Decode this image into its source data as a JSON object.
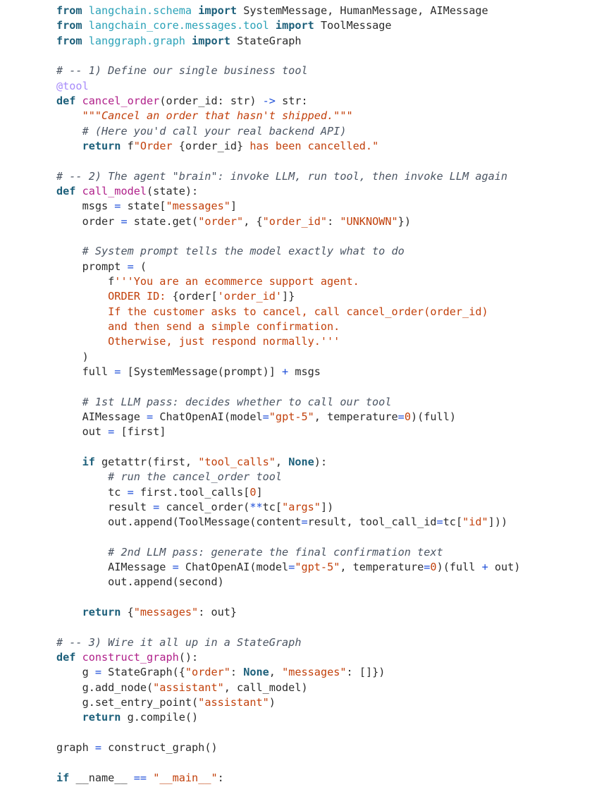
{
  "code": {
    "lines": [
      [
        [
          "kw",
          "from"
        ],
        [
          "plain",
          " "
        ],
        [
          "mod",
          "langchain.schema"
        ],
        [
          "plain",
          " "
        ],
        [
          "kw",
          "import"
        ],
        [
          "plain",
          " SystemMessage, HumanMessage, AIMessage"
        ]
      ],
      [
        [
          "kw",
          "from"
        ],
        [
          "plain",
          " "
        ],
        [
          "mod",
          "langchain_core.messages.tool"
        ],
        [
          "plain",
          " "
        ],
        [
          "kw",
          "import"
        ],
        [
          "plain",
          " ToolMessage"
        ]
      ],
      [
        [
          "kw",
          "from"
        ],
        [
          "plain",
          " "
        ],
        [
          "mod",
          "langgraph.graph"
        ],
        [
          "plain",
          " "
        ],
        [
          "kw",
          "import"
        ],
        [
          "plain",
          " StateGraph"
        ]
      ],
      [],
      [
        [
          "cmt",
          "# -- 1) Define our single business tool"
        ]
      ],
      [
        [
          "dec",
          "@tool"
        ]
      ],
      [
        [
          "kw",
          "def"
        ],
        [
          "plain",
          " "
        ],
        [
          "fn",
          "cancel_order"
        ],
        [
          "plain",
          "(order_id: str) "
        ],
        [
          "op",
          "->"
        ],
        [
          "plain",
          " str:"
        ]
      ],
      [
        [
          "plain",
          "    "
        ],
        [
          "str-i",
          "\"\"\"Cancel an order that hasn't shipped.\"\"\""
        ]
      ],
      [
        [
          "plain",
          "    "
        ],
        [
          "cmt",
          "# (Here you'd call your real backend API)"
        ]
      ],
      [
        [
          "plain",
          "    "
        ],
        [
          "kw",
          "return"
        ],
        [
          "plain",
          " f"
        ],
        [
          "str",
          "\"Order "
        ],
        [
          "plain",
          "{order_id}"
        ],
        [
          "str",
          " has been cancelled.\""
        ]
      ],
      [],
      [
        [
          "cmt",
          "# -- 2) The agent \"brain\": invoke LLM, run tool, then invoke LLM again"
        ]
      ],
      [
        [
          "kw",
          "def"
        ],
        [
          "plain",
          " "
        ],
        [
          "fn",
          "call_model"
        ],
        [
          "plain",
          "(state):"
        ]
      ],
      [
        [
          "plain",
          "    msgs "
        ],
        [
          "op",
          "="
        ],
        [
          "plain",
          " state["
        ],
        [
          "str",
          "\"messages\""
        ],
        [
          "plain",
          "]"
        ]
      ],
      [
        [
          "plain",
          "    order "
        ],
        [
          "op",
          "="
        ],
        [
          "plain",
          " state.get("
        ],
        [
          "str",
          "\"order\""
        ],
        [
          "plain",
          ", {"
        ],
        [
          "str",
          "\"order_id\""
        ],
        [
          "plain",
          ": "
        ],
        [
          "str",
          "\"UNKNOWN\""
        ],
        [
          "plain",
          "})"
        ]
      ],
      [],
      [
        [
          "plain",
          "    "
        ],
        [
          "cmt",
          "# System prompt tells the model exactly what to do"
        ]
      ],
      [
        [
          "plain",
          "    prompt "
        ],
        [
          "op",
          "="
        ],
        [
          "plain",
          " ("
        ]
      ],
      [
        [
          "plain",
          "        f"
        ],
        [
          "str",
          "'''You are an ecommerce support agent."
        ]
      ],
      [
        [
          "plain",
          "        "
        ],
        [
          "str",
          "ORDER ID: "
        ],
        [
          "plain",
          "{order["
        ],
        [
          "str",
          "'order_id'"
        ],
        [
          "plain",
          "]}"
        ]
      ],
      [
        [
          "plain",
          "        "
        ],
        [
          "str",
          "If the customer asks to cancel, call cancel_order(order_id)"
        ]
      ],
      [
        [
          "plain",
          "        "
        ],
        [
          "str",
          "and then send a simple confirmation."
        ]
      ],
      [
        [
          "plain",
          "        "
        ],
        [
          "str",
          "Otherwise, just respond normally.'''"
        ]
      ],
      [
        [
          "plain",
          "    )"
        ]
      ],
      [
        [
          "plain",
          "    full "
        ],
        [
          "op",
          "="
        ],
        [
          "plain",
          " [SystemMessage(prompt)] "
        ],
        [
          "op",
          "+"
        ],
        [
          "plain",
          " msgs"
        ]
      ],
      [],
      [
        [
          "plain",
          "    "
        ],
        [
          "cmt",
          "# 1st LLM pass: decides whether to call our tool"
        ]
      ],
      [
        [
          "plain",
          "    AIMessage "
        ],
        [
          "op",
          "="
        ],
        [
          "plain",
          " ChatOpenAI(model"
        ],
        [
          "op",
          "="
        ],
        [
          "str",
          "\"gpt-5\""
        ],
        [
          "plain",
          ", temperature"
        ],
        [
          "op",
          "="
        ],
        [
          "num",
          "0"
        ],
        [
          "plain",
          ")(full)"
        ]
      ],
      [
        [
          "plain",
          "    out "
        ],
        [
          "op",
          "="
        ],
        [
          "plain",
          " [first]"
        ]
      ],
      [],
      [
        [
          "plain",
          "    "
        ],
        [
          "kw",
          "if"
        ],
        [
          "plain",
          " getattr(first, "
        ],
        [
          "str",
          "\"tool_calls\""
        ],
        [
          "plain",
          ", "
        ],
        [
          "const",
          "None"
        ],
        [
          "plain",
          "):"
        ]
      ],
      [
        [
          "plain",
          "        "
        ],
        [
          "cmt",
          "# run the cancel_order tool"
        ]
      ],
      [
        [
          "plain",
          "        tc "
        ],
        [
          "op",
          "="
        ],
        [
          "plain",
          " first.tool_calls["
        ],
        [
          "num",
          "0"
        ],
        [
          "plain",
          "]"
        ]
      ],
      [
        [
          "plain",
          "        result "
        ],
        [
          "op",
          "="
        ],
        [
          "plain",
          " cancel_order("
        ],
        [
          "op",
          "**"
        ],
        [
          "plain",
          "tc["
        ],
        [
          "str",
          "\"args\""
        ],
        [
          "plain",
          "])"
        ]
      ],
      [
        [
          "plain",
          "        out.append(ToolMessage(content"
        ],
        [
          "op",
          "="
        ],
        [
          "plain",
          "result, tool_call_id"
        ],
        [
          "op",
          "="
        ],
        [
          "plain",
          "tc["
        ],
        [
          "str",
          "\"id\""
        ],
        [
          "plain",
          "]))"
        ]
      ],
      [],
      [
        [
          "plain",
          "        "
        ],
        [
          "cmt",
          "# 2nd LLM pass: generate the final confirmation text"
        ]
      ],
      [
        [
          "plain",
          "        AIMessage "
        ],
        [
          "op",
          "="
        ],
        [
          "plain",
          " ChatOpenAI(model"
        ],
        [
          "op",
          "="
        ],
        [
          "str",
          "\"gpt-5\""
        ],
        [
          "plain",
          ", temperature"
        ],
        [
          "op",
          "="
        ],
        [
          "num",
          "0"
        ],
        [
          "plain",
          ")(full "
        ],
        [
          "op",
          "+"
        ],
        [
          "plain",
          " out)"
        ]
      ],
      [
        [
          "plain",
          "        out.append(second)"
        ]
      ],
      [],
      [
        [
          "plain",
          "    "
        ],
        [
          "kw",
          "return"
        ],
        [
          "plain",
          " {"
        ],
        [
          "str",
          "\"messages\""
        ],
        [
          "plain",
          ": out}"
        ]
      ],
      [],
      [
        [
          "cmt",
          "# -- 3) Wire it all up in a StateGraph"
        ]
      ],
      [
        [
          "kw",
          "def"
        ],
        [
          "plain",
          " "
        ],
        [
          "fn",
          "construct_graph"
        ],
        [
          "plain",
          "():"
        ]
      ],
      [
        [
          "plain",
          "    g "
        ],
        [
          "op",
          "="
        ],
        [
          "plain",
          " StateGraph({"
        ],
        [
          "str",
          "\"order\""
        ],
        [
          "plain",
          ": "
        ],
        [
          "const",
          "None"
        ],
        [
          "plain",
          ", "
        ],
        [
          "str",
          "\"messages\""
        ],
        [
          "plain",
          ": []})"
        ]
      ],
      [
        [
          "plain",
          "    g.add_node("
        ],
        [
          "str",
          "\"assistant\""
        ],
        [
          "plain",
          ", call_model)"
        ]
      ],
      [
        [
          "plain",
          "    g.set_entry_point("
        ],
        [
          "str",
          "\"assistant\""
        ],
        [
          "plain",
          ")"
        ]
      ],
      [
        [
          "plain",
          "    "
        ],
        [
          "kw",
          "return"
        ],
        [
          "plain",
          " g.compile()"
        ]
      ],
      [],
      [
        [
          "plain",
          "graph "
        ],
        [
          "op",
          "="
        ],
        [
          "plain",
          " construct_graph()"
        ]
      ],
      [],
      [
        [
          "kw",
          "if"
        ],
        [
          "plain",
          " __name__ "
        ],
        [
          "op",
          "=="
        ],
        [
          "plain",
          " "
        ],
        [
          "str",
          "\"__main__\""
        ],
        [
          "plain",
          ":"
        ]
      ]
    ]
  }
}
